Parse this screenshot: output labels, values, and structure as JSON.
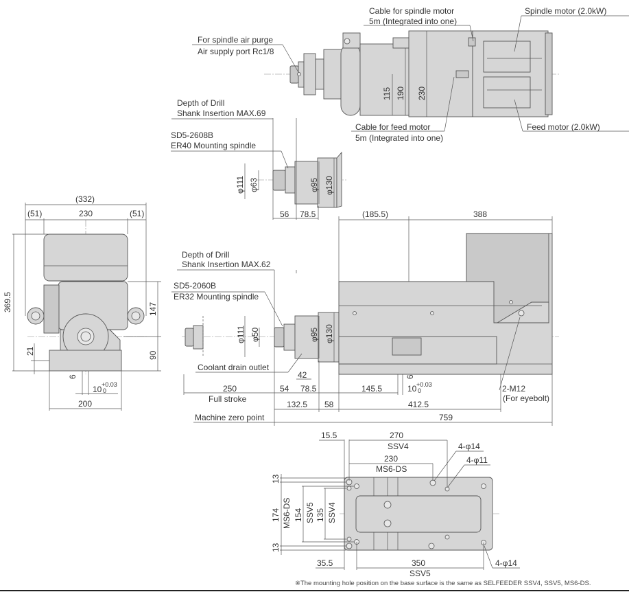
{
  "plan_view": {
    "cable_spindle_line1": "Cable for spindle motor",
    "cable_spindle_line2": "5m (Integrated into one)",
    "spindle_motor": "Spindle motor (2.0kW)",
    "air_purge_line1": "For spindle air purge",
    "air_purge_line2": "Air supply port  Rc1/8",
    "dim_115": "115",
    "dim_190": "190",
    "dim_230": "230",
    "cable_feed_line1": "Cable for feed motor",
    "cable_feed_line2": "5m (Integrated into one)",
    "feed_motor": "Feed motor (2.0kW)"
  },
  "er40_view": {
    "depth_line1": "Depth of Drill",
    "depth_line2": "Shank Insertion MAX.69",
    "model": "SD5-2608B",
    "spindle": "ER40 Mounting spindle",
    "d111": "φ111",
    "d63": "φ63",
    "d95": "φ95",
    "d130": "φ130",
    "dim_56": "56",
    "dim_78_5": "78.5"
  },
  "front_view": {
    "overall": "(332)",
    "left": "(51)",
    "width": "230",
    "right": "(51)",
    "height": "369.5",
    "dim_147": "147",
    "dim_21": "21",
    "dim_90": "90",
    "dim_6": "6",
    "slot": "10",
    "tol_upper": "+0.03",
    "tol_lower": "0",
    "base_width": "200"
  },
  "side_view": {
    "depth_line1": "Depth of Drill",
    "depth_line2": "Shank Insertion MAX.62",
    "model": "SD5-2060B",
    "spindle": "ER32 Mounting spindle",
    "d111": "φ111",
    "d50": "φ50",
    "d95": "φ95",
    "d130": "φ130",
    "coolant": "Coolant drain outlet",
    "dim_42": "42",
    "dim_250": "250",
    "full_stroke": "Full stroke",
    "dim_54": "54",
    "dim_78_5": "78.5",
    "dim_132_5": "132.5",
    "dim_58": "58",
    "machine_zero": "Machine zero point",
    "dim_759": "759",
    "dim_185_5": "(185.5)",
    "dim_388": "388",
    "dim_145_5": "145.5",
    "dim_6": "6",
    "slot": "10",
    "tol_upper": "+0.03",
    "tol_lower": "0",
    "dim_412_5": "412.5",
    "eyebolt_line1": "2-M12",
    "eyebolt_line2": "(For eyebolt)"
  },
  "base_view": {
    "dim_15_5": "15.5",
    "dim_270": "270",
    "ssv4_top": "SSV4",
    "holes_14_top": "4-φ14",
    "dim_230": "230",
    "ms6_top": "MS6-DS",
    "holes_11": "4-φ11",
    "dim_13_top": "13",
    "dim_174": "174",
    "ms6_left": "MS6-DS",
    "dim_154": "154",
    "ssv5_left": "SSV5",
    "dim_135": "135",
    "ssv4_left": "SSV4",
    "dim_13_bottom": "13",
    "dim_35_5": "35.5",
    "dim_350": "350",
    "ssv5_bottom": "SSV5",
    "holes_14_bottom": "4-φ14",
    "note": "※The mounting hole position on the base surface is the same as SELFEEDER SSV4, SSV5, MS6-DS."
  }
}
